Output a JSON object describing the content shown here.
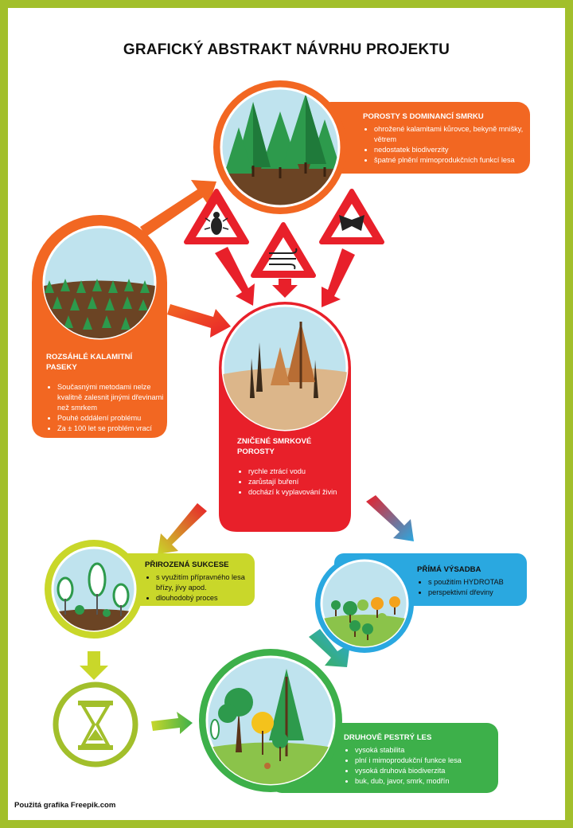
{
  "title": "GRAFICKÝ ABSTRAKT NÁVRHU PROJEKTU",
  "colors": {
    "orange": "#f26722",
    "red": "#e8202a",
    "lime": "#c9d72a",
    "blue": "#2aa8e0",
    "green": "#3db04a",
    "frame": "#a2bf2b"
  },
  "boxes": {
    "spruce": {
      "heading": "POROSTY S DOMINANCÍ SMRKU",
      "items": [
        "ohrožené kalamitami kůrovce, bekyně mnišky, větrem",
        "nedostatek biodiverzity",
        "špatné plnění mimoprodukčních funkcí lesa"
      ]
    },
    "clearings": {
      "heading": "ROZSÁHLÉ KALAMITNÍ PASEKY",
      "items": [
        "Současnými metodami nelze kvalitně zalesnit jinými dřevinami než smrkem",
        "Pouhé oddálení problému",
        "Za ± 100 let se problém vrací"
      ]
    },
    "destroyed": {
      "heading": "ZNIČENÉ SMRKOVÉ POROSTY",
      "items": [
        "rychle ztrácí vodu",
        "zarůstají buření",
        "dochází k vyplavování živin"
      ]
    },
    "succession": {
      "heading": "PŘIROZENÁ SUKCESE",
      "items": [
        "s využitím přípravného lesa břízy, jívy apod.",
        "dlouhodobý proces"
      ]
    },
    "planting": {
      "heading": "PŘÍMÁ VÝSADBA",
      "items": [
        "s použitím HYDROTAB",
        "perspektivní dřeviny"
      ]
    },
    "mixed": {
      "heading": "DRUHOVĚ PESTRÝ LES",
      "items": [
        "vysoká stabilita",
        "plní i mimoprodukční funkce lesa",
        "vysoká druhová biodiverzita",
        "buk, dub, javor, smrk, modřín"
      ]
    }
  },
  "icons": [
    "bark-beetle-warning-icon",
    "wind-warning-icon",
    "moth-warning-icon",
    "hourglass-icon"
  ],
  "credit": "Použitá grafika Freepik.com"
}
